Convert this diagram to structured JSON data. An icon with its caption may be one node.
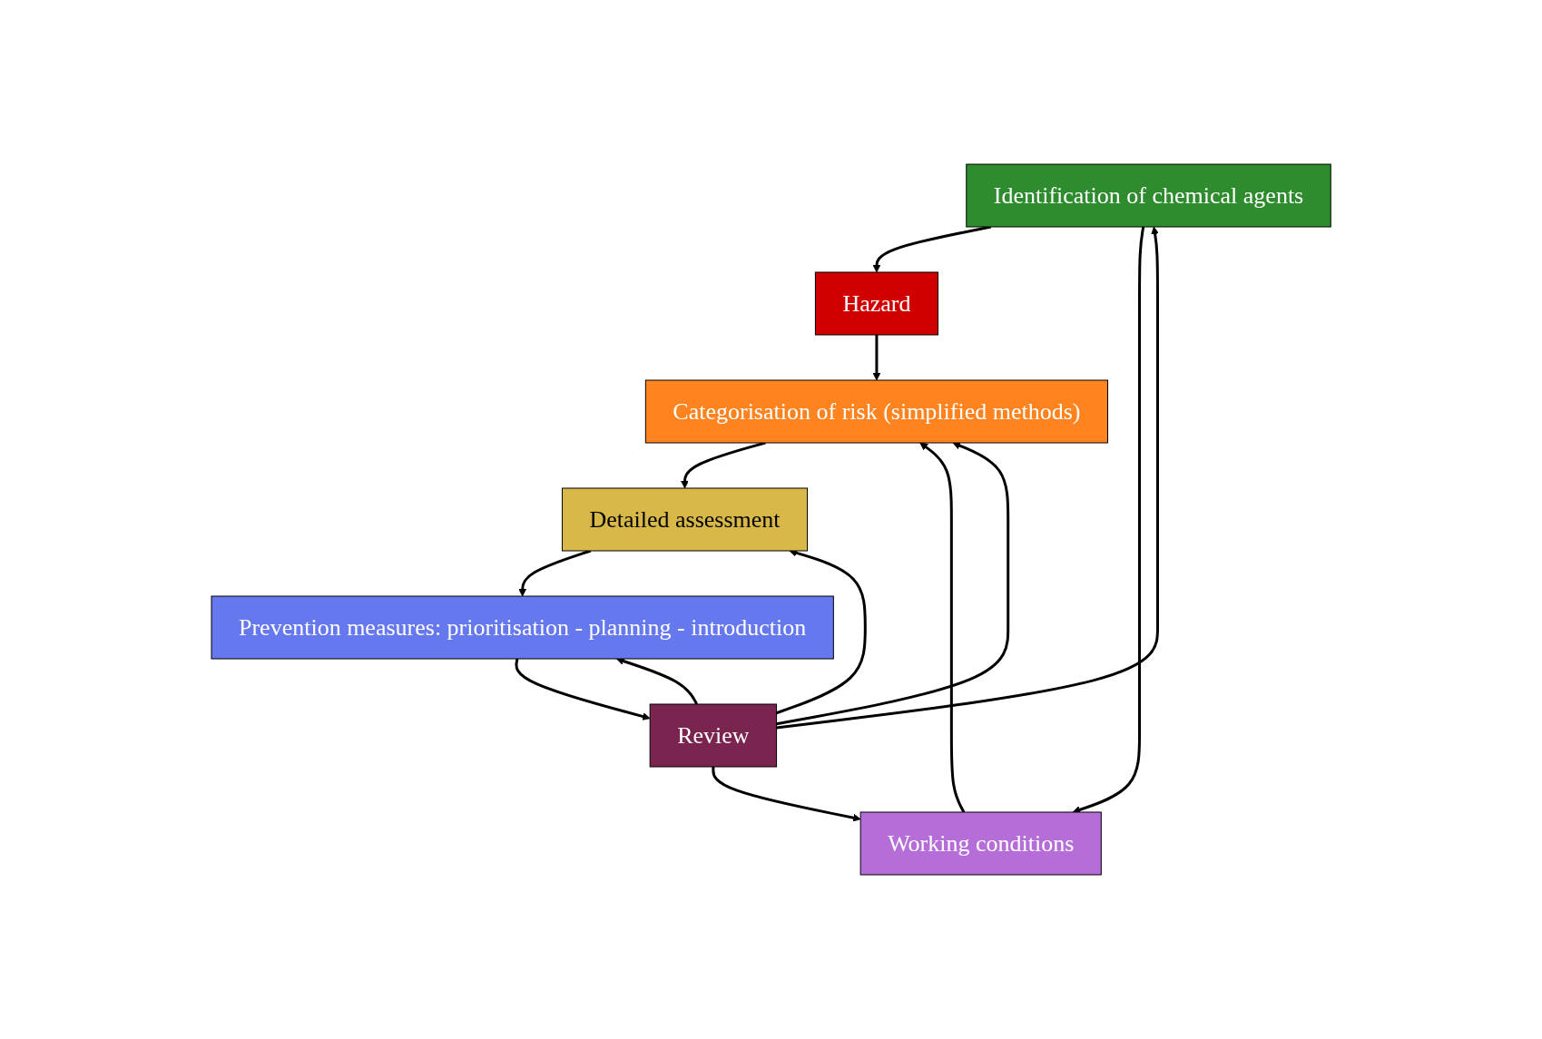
{
  "diagram": {
    "nodes": [
      {
        "text": [
          "Identification of chemical agents"
        ]
      },
      {
        "text": [
          "Hazard"
        ]
      },
      {
        "text": [
          "Working conditions"
        ]
      },
      {
        "text": [
          "Categorisation of risk (simplified methods)"
        ]
      },
      {
        "text": [
          "Detailed assessment"
        ]
      },
      {
        "text": [
          "Prevention measures: prioritisation - planning - introduction"
        ]
      },
      {
        "text": [
          "Review"
        ]
      }
    ],
    "edges": [
      {
        "from": 0,
        "to": 1,
        "arrow": "to"
      },
      {
        "from": 0,
        "to": 2,
        "arrow": "to"
      },
      {
        "from": 1,
        "to": 3,
        "arrow": "to"
      },
      {
        "from": 2,
        "to": 3,
        "arrow": "to"
      },
      {
        "from": 3,
        "to": 4,
        "arrow": "to"
      },
      {
        "from": 4,
        "to": 5,
        "arrow": "to"
      },
      {
        "from": 5,
        "to": 6,
        "arrow": "to"
      },
      {
        "from": 6,
        "to": 0,
        "arrow": "to"
      },
      {
        "from": 6,
        "to": 2,
        "arrow": "to"
      },
      {
        "from": 6,
        "to": 3,
        "arrow": "to"
      },
      {
        "from": 6,
        "to": 4,
        "arrow": "to"
      },
      {
        "from": 6,
        "to": 5,
        "arrow": "to"
      }
    ]
  }
}
